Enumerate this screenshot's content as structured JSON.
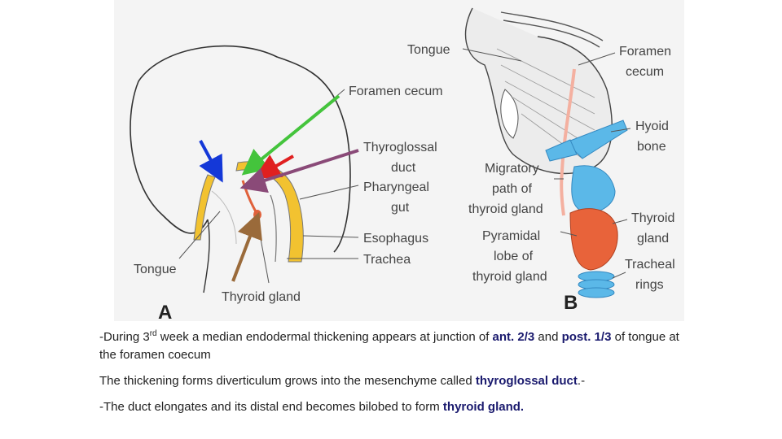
{
  "panel_a": {
    "letter": "A",
    "labels": {
      "foramen_cecum": "Foramen cecum",
      "thyroglossal_1": "Thyroglossal",
      "thyroglossal_2": "duct",
      "pharyngeal_1": "Pharyngeal",
      "pharyngeal_2": "gut",
      "esophagus": "Esophagus",
      "trachea": "Trachea",
      "tongue": "Tongue",
      "thyroid_gland": "Thyroid gland"
    }
  },
  "panel_b": {
    "letter": "B",
    "labels": {
      "tongue": "Tongue",
      "foramen_1": "Foramen",
      "foramen_2": "cecum",
      "hyoid_1": "Hyoid",
      "hyoid_2": "bone",
      "migratory_1": "Migratory",
      "migratory_2": "path of",
      "migratory_3": "thyroid gland",
      "thyroid_1": "Thyroid",
      "thyroid_2": "gland",
      "pyramidal_1": "Pyramidal",
      "pyramidal_2": "lobe of",
      "pyramidal_3": "thyroid gland",
      "tracheal_1": "Tracheal",
      "tracheal_2": "rings"
    }
  },
  "colors": {
    "yellow_gut": "#f2c230",
    "blue_hyoid": "#5bb8e8",
    "red_thyroid": "#e8633a",
    "arrow_blue": "#1438d8",
    "arrow_green": "#44c43c",
    "arrow_red": "#e02020",
    "arrow_purple": "#8a4a78",
    "arrow_brown": "#9a6a3a",
    "highlight_text": "#1a1a6e"
  },
  "caption": {
    "line1_pre": "-During 3",
    "line1_sup": "rd",
    "line1_mid": " week a median endodermal thickening appears at junction of ",
    "line1_hl1": "ant. 2/3",
    "line1_and": " and ",
    "line1_hl2": "post. 1/3",
    "line1_post": " of tongue at the foramen coecum",
    "line2_pre": "The thickening forms diverticulum grows into the mesenchyme called ",
    "line2_hl": "thyroglossal duct",
    "line2_post": ".-",
    "line3_pre": "-The duct elongates and its distal end becomes bilobed to form ",
    "line3_hl": "thyroid gland."
  }
}
